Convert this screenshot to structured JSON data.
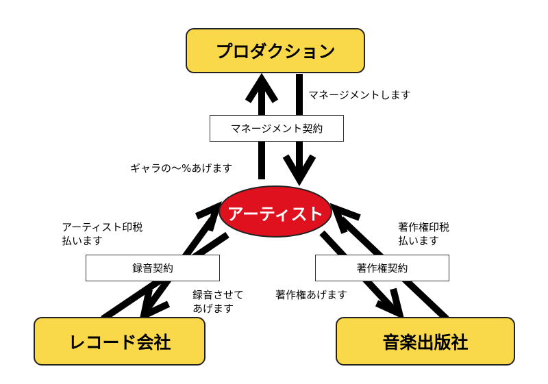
{
  "nodes": {
    "production": "プロダクション",
    "artist": "アーティスト",
    "record_company": "レコード会社",
    "music_publisher": "音楽出版社"
  },
  "contracts": {
    "management": "マネージメント契約",
    "recording": "録音契約",
    "copyright": "著作権契約"
  },
  "notes": {
    "will_manage": "マネージメントします",
    "pay_fee_percent": "ギャラの〜%あげます",
    "pay_artist_royalty": "アーティスト印税\n払います",
    "let_record": "録音させて\nあげます",
    "pay_copyright_royalty": "著作権印税\n払います",
    "give_copyright": "著作権あげます"
  },
  "colors": {
    "node_fill": "#f9d94a",
    "artist_fill": "#e0111f",
    "line": "#000000"
  }
}
